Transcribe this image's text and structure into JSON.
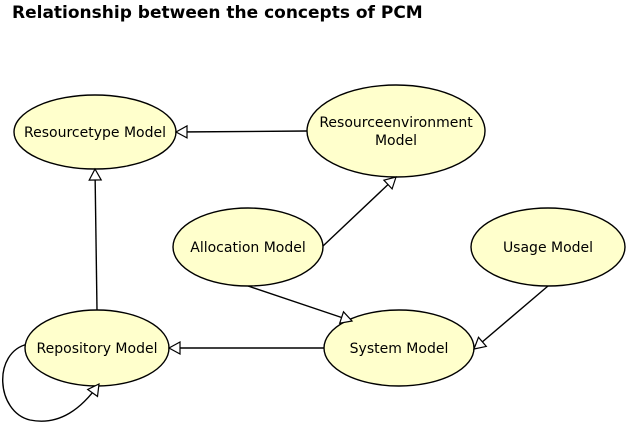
{
  "title": "Relationship between the concepts of PCM",
  "colors": {
    "node_fill": "#ffffcc",
    "node_stroke": "#000000",
    "edge": "#000000",
    "arrow_fill": "#ffffff"
  },
  "nodes": [
    {
      "id": "resourcetype",
      "lines": [
        "Resourcetype Model"
      ]
    },
    {
      "id": "resourceenvironment",
      "lines": [
        "Resourceenvironment",
        "Model"
      ]
    },
    {
      "id": "allocation",
      "lines": [
        "Allocation Model"
      ]
    },
    {
      "id": "usage",
      "lines": [
        "Usage Model"
      ]
    },
    {
      "id": "repository",
      "lines": [
        "Repository Model"
      ]
    },
    {
      "id": "system",
      "lines": [
        "System Model"
      ]
    }
  ],
  "edges": [
    {
      "from": "resourceenvironment",
      "to": "resourcetype",
      "arrow": "hollow-triangle"
    },
    {
      "from": "repository",
      "to": "resourcetype",
      "arrow": "hollow-triangle"
    },
    {
      "from": "allocation",
      "to": "resourceenvironment",
      "arrow": "hollow-triangle"
    },
    {
      "from": "allocation",
      "to": "system",
      "arrow": "hollow-triangle"
    },
    {
      "from": "usage",
      "to": "system",
      "arrow": "hollow-triangle"
    },
    {
      "from": "system",
      "to": "repository",
      "arrow": "hollow-triangle"
    },
    {
      "from": "repository",
      "to": "repository",
      "arrow": "hollow-triangle"
    }
  ]
}
